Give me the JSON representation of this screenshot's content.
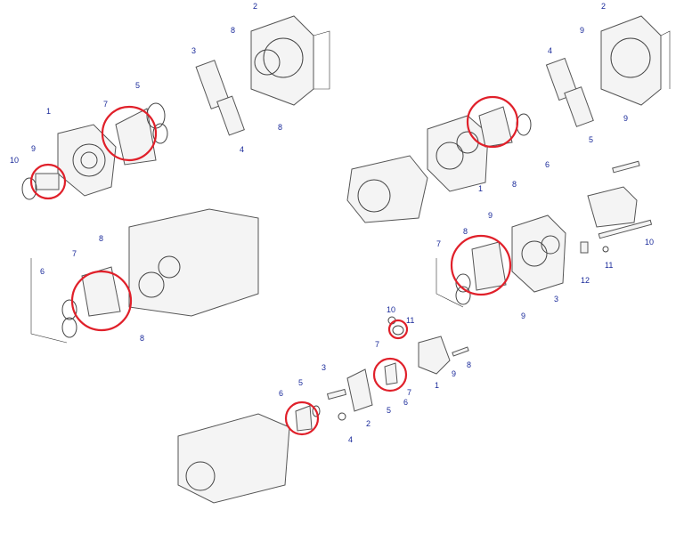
{
  "diagram": {
    "title": "Hydraulic gear pump exploded parts diagram",
    "highlight_color": "#e0202a",
    "label_color": "#1a2a9a",
    "groups": [
      {
        "name": "top-left",
        "labels": [
          "2",
          "8",
          "3",
          "5",
          "7",
          "1",
          "9",
          "10",
          "8",
          "4"
        ]
      },
      {
        "name": "top-right",
        "labels": [
          "2",
          "9",
          "4",
          "9",
          "5",
          "6",
          "8",
          "1"
        ]
      },
      {
        "name": "middle-right",
        "labels": [
          "9",
          "8",
          "7",
          "10",
          "11",
          "12",
          "3",
          "9"
        ]
      },
      {
        "name": "middle-left",
        "labels": [
          "8",
          "7",
          "6",
          "8"
        ]
      },
      {
        "name": "bottom",
        "labels": [
          "10",
          "11",
          "7",
          "8",
          "9",
          "1",
          "7",
          "6",
          "5",
          "3",
          "5",
          "6",
          "2",
          "4"
        ]
      }
    ]
  }
}
